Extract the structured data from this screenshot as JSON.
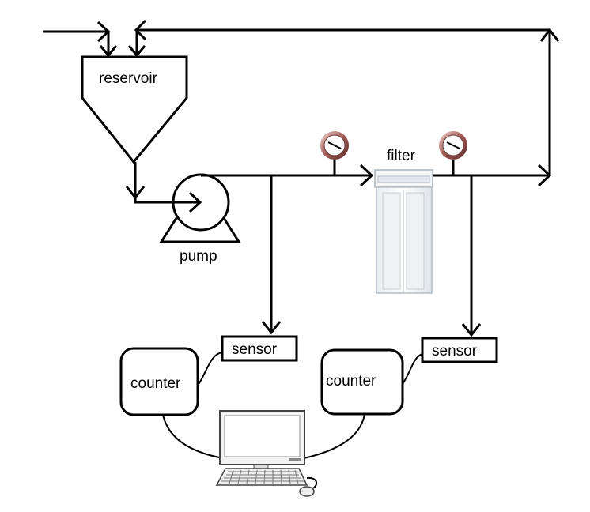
{
  "diagram": {
    "labels": {
      "reservoir": "reservoir",
      "pump": "pump",
      "filter": "filter",
      "sensor_left": "sensor",
      "sensor_right": "sensor",
      "counter_left": "counter",
      "counter_right": "counter"
    },
    "icons": [
      "pressure-gauge-icon",
      "computer-icon",
      "keyboard-icon",
      "mouse-icon",
      "filter-housing-icon",
      "pump-icon"
    ]
  }
}
